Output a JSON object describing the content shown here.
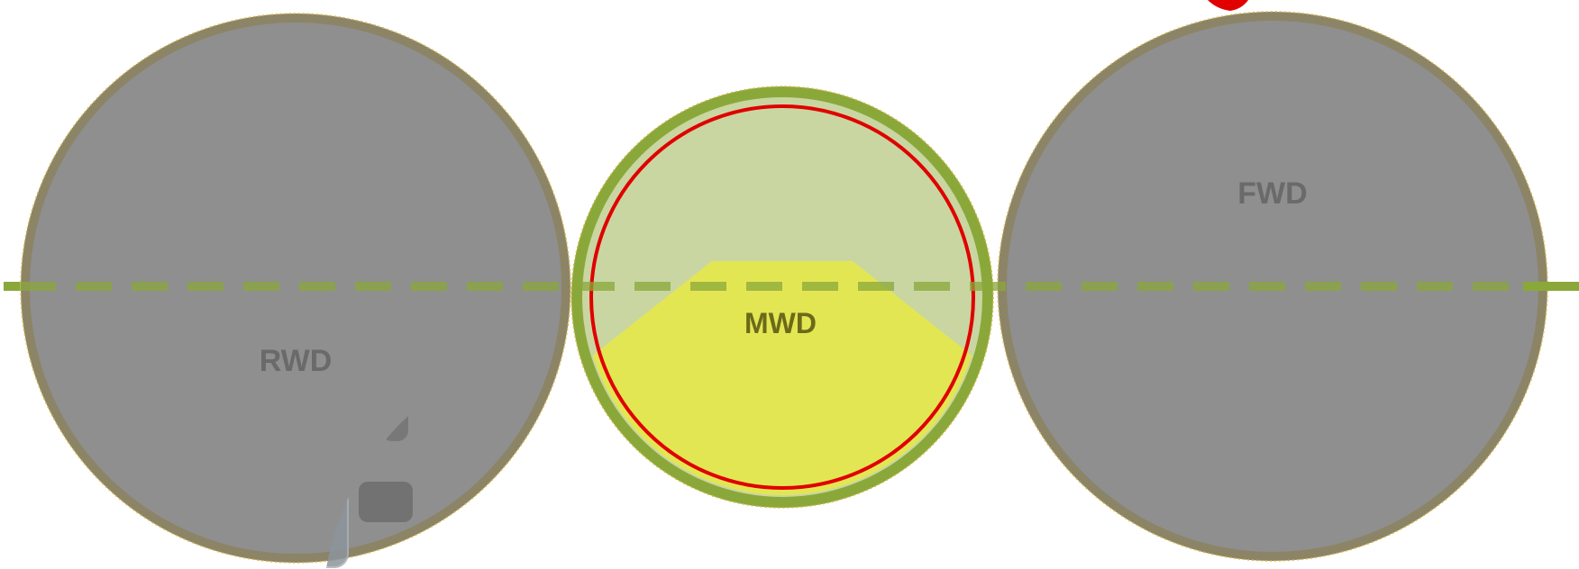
{
  "labels": {
    "rwd": "RWD",
    "mwd": "MWD",
    "fwd": "FWD"
  },
  "colors": {
    "background": "#ffffff",
    "gray_circle_fill": "#8f8f8f",
    "gray_circle_border": "#8c8466",
    "green_circle_fill": "#c9d6a1",
    "green_circle_border": "#8aa83a",
    "highlight_ring": "#e00000",
    "yellow_sector": "#e6e84a",
    "centerline": "#8aa83a",
    "figure_blue": "#6aaec2",
    "figure_gray": "#8c959c",
    "label_gray": "#6a6a6a",
    "label_olive": "#6b6a1a"
  },
  "icons": {
    "wheelchair_figure": "wheelchair-user-top-view-icon"
  }
}
